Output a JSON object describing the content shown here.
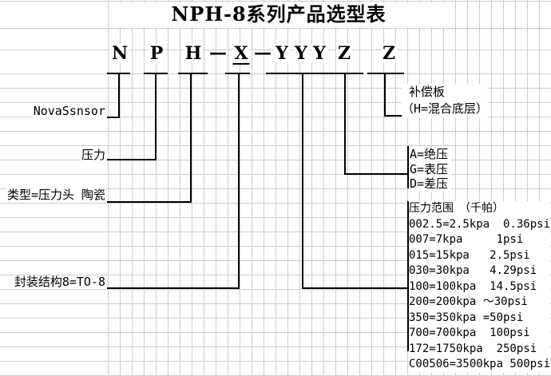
{
  "title": "NPH-8系列产品选型表",
  "part_code": {
    "letters": [
      "N",
      "P",
      "H",
      "X",
      "Y",
      "Y",
      "Y",
      "Z",
      "Z"
    ],
    "separator": "—"
  },
  "left_labels": {
    "brand": "NovaSsnsor",
    "pressure": "压力",
    "type": "类型=压力头 陶瓷",
    "package": "封装结构8=TO-8"
  },
  "right": {
    "compensation": {
      "line1": "补偿板",
      "line2": "（H=混合底层）"
    },
    "pressure_types": [
      "A=绝压",
      "G=表压",
      "D=差压"
    ],
    "range_header": "压力范围　（千帕）",
    "ranges": [
      "002.5=2.5kpa  0.36psi",
      "007=7kpa     1psi",
      "015=15kpa   2.5psi",
      "030=30kpa   4.29psi",
      "100=100kpa  14.5psi",
      "200=200kpa ～30psi",
      "350=350kpa =50psi",
      "700=700kpa  100psi",
      "172=1750kpa  250psi",
      "C00506=3500kpa 500psi"
    ]
  },
  "colors": {
    "grid": "#cccccc",
    "line": "#000000",
    "background": "#ffffff"
  }
}
